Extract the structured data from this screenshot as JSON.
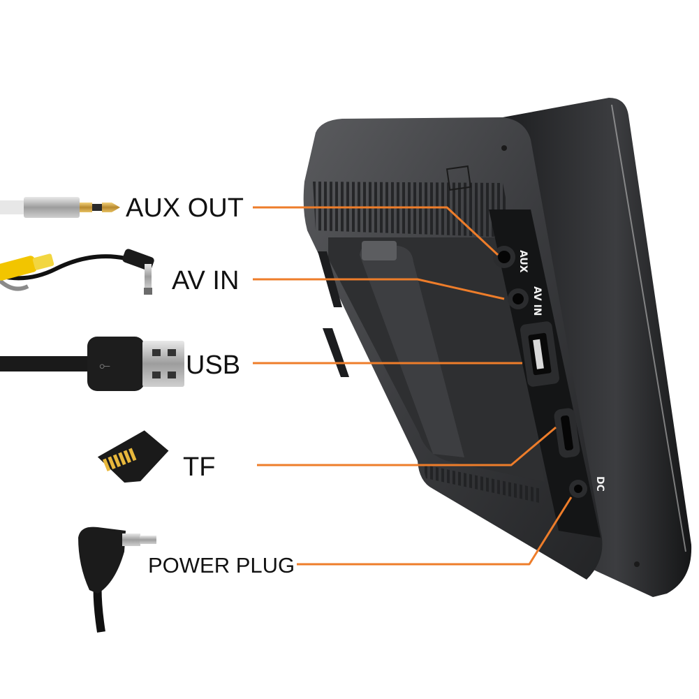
{
  "labels": {
    "aux_out": "AUX OUT",
    "av_in": "AV IN",
    "usb": "USB",
    "tf": "TF",
    "power_plug": "POWER PLUG"
  },
  "ports": {
    "aux": "AUX",
    "av_in": "AV IN",
    "dc": "DC"
  },
  "icons": {
    "aux_cable": "aux-cable-icon",
    "rca_cable": "rca-cable-icon",
    "usb_cable": "usb-cable-icon",
    "tf_card": "sd-card-icon",
    "power_plug": "dc-plug-icon"
  },
  "colors": {
    "leader_line": "#ee7d2a",
    "device_body": "#3a3b3d",
    "text": "#111111"
  }
}
